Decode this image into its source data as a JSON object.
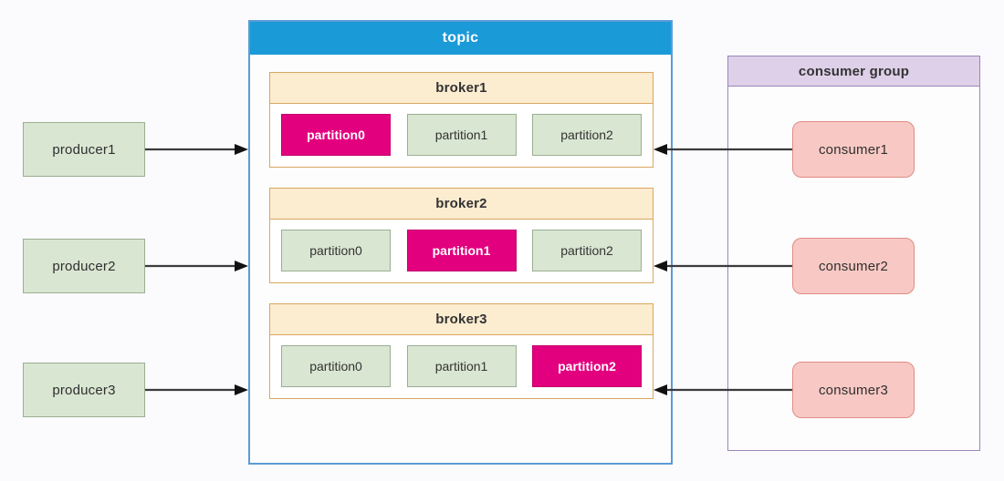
{
  "diagram": {
    "background_color": "#fbfafc",
    "producers": [
      {
        "label": "producer1"
      },
      {
        "label": "producer2"
      },
      {
        "label": "producer3"
      }
    ],
    "topic": {
      "title": "topic",
      "header_color": "#1b9ad8",
      "border_color": "#5b9bd5",
      "brokers": [
        {
          "name": "broker1",
          "partitions": [
            {
              "label": "partition0",
              "active": true
            },
            {
              "label": "partition1",
              "active": false
            },
            {
              "label": "partition2",
              "active": false
            }
          ]
        },
        {
          "name": "broker2",
          "partitions": [
            {
              "label": "partition0",
              "active": false
            },
            {
              "label": "partition1",
              "active": true
            },
            {
              "label": "partition2",
              "active": false
            }
          ]
        },
        {
          "name": "broker3",
          "partitions": [
            {
              "label": "partition0",
              "active": false
            },
            {
              "label": "partition1",
              "active": false
            },
            {
              "label": "partition2",
              "active": true
            }
          ]
        }
      ]
    },
    "consumer_group": {
      "title": "consumer group",
      "header_color": "#ded0e8",
      "border_color": "#9b86bb",
      "consumers": [
        {
          "label": "consumer1"
        },
        {
          "label": "consumer2"
        },
        {
          "label": "consumer3"
        }
      ]
    },
    "colors": {
      "producer_fill": "#d9e6d2",
      "producer_border": "#9aae92",
      "partition_fill": "#d9e6d2",
      "partition_border": "#9aae92",
      "partition_active_fill": "#e3007f",
      "partition_active_text": "#ffffff",
      "broker_header_fill": "#fcecd0",
      "broker_border": "#d9a760",
      "consumer_fill": "#f8c9c4",
      "consumer_border": "#e08b85",
      "arrow_color": "#3b3b3b"
    },
    "arrows": {
      "producer_to_topic": "arrow-right",
      "consumer_to_partition": "arrow-left"
    }
  }
}
